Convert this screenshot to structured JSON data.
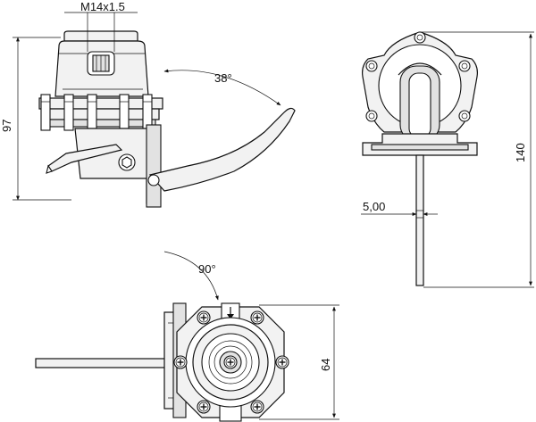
{
  "dimensions": {
    "thread": "M14x1.5",
    "angle_lever": "38°",
    "height_side": "97",
    "height_front": "140",
    "lever_thickness": "5,00",
    "rotation": "90°",
    "width_bottom": "64"
  },
  "colors": {
    "line": "#111111",
    "fill_light": "#f2f2f2",
    "fill_mid": "#e2e2e2"
  },
  "icons": [
    "screw-head-icon",
    "arrow-down-icon"
  ]
}
